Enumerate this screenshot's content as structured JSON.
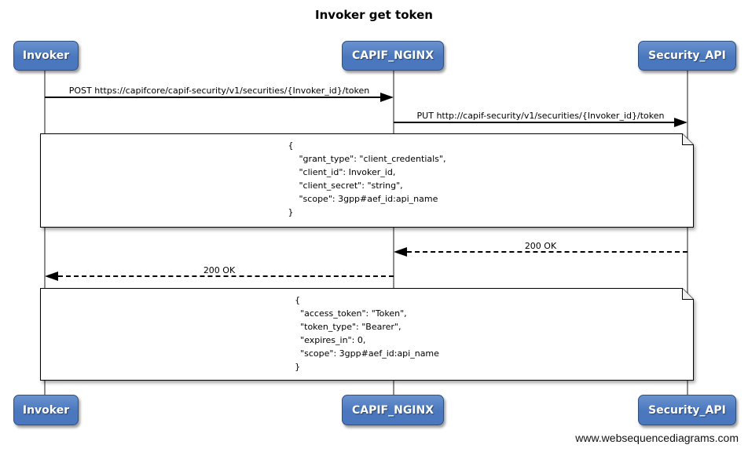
{
  "title": "Invoker get token",
  "actors": [
    {
      "label": "Invoker"
    },
    {
      "label": "CAPIF_NGINX"
    },
    {
      "label": "Security_API"
    }
  ],
  "messages": {
    "post_token": {
      "label": "POST https://capifcore/capif-security/v1/securities/{Invoker_id}/token",
      "style": "solid",
      "from": "Invoker",
      "to": "CAPIF_NGINX"
    },
    "put_token": {
      "label": "PUT http://capif-security/v1/securities/{Invoker_id}/token",
      "style": "solid",
      "from": "CAPIF_NGINX",
      "to": "Security_API"
    },
    "ok_to_nginx": {
      "label": "200 OK",
      "style": "dashed",
      "from": "Security_API",
      "to": "CAPIF_NGINX"
    },
    "ok_to_invoker": {
      "label": "200 OK",
      "style": "dashed",
      "from": "CAPIF_NGINX",
      "to": "Invoker"
    }
  },
  "notes": {
    "request_body": "{\n    \"grant_type\": \"client_credentials\",\n    \"client_id\": Invoker_id,\n    \"client_secret\": \"string\",\n    \"scope\": 3gpp#aef_id:api_name\n}",
    "response_body": "{\n  \"access_token\": \"Token\",\n  \"token_type\": \"Bearer\",\n  \"expires_in\": 0,\n  \"scope\": 3gpp#aef_id:api_name\n}"
  },
  "footer": "www.websequencediagrams.com",
  "colors": {
    "actor_fill": "#4a77bd",
    "actor_fill_light": "#6a92cf",
    "actor_border": "#2f4f7f",
    "actor_text": "#ffffff",
    "lifeline": "#8c8c8c",
    "note_fill": "#ffffff",
    "line": "#000000",
    "background": "#ffffff"
  }
}
